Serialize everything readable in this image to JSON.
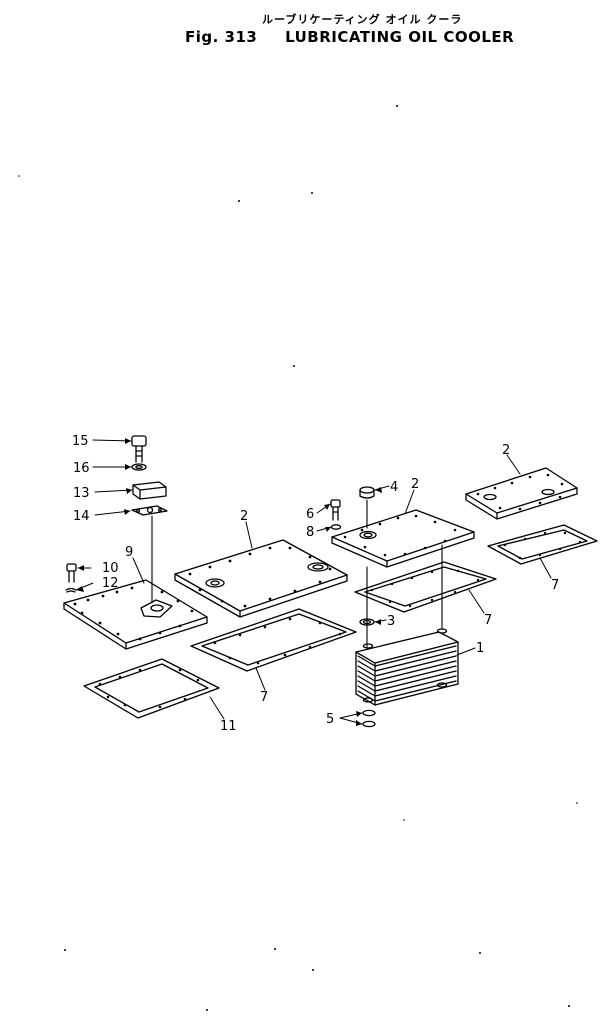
{
  "header": {
    "title_jp": "ルーブリケーティング オイル クーラ",
    "figure_number": "Fig. 313",
    "title_en": "LUBRICATING OIL COOLER"
  },
  "callouts": [
    {
      "id": "c15",
      "label": "15"
    },
    {
      "id": "c16",
      "label": "16"
    },
    {
      "id": "c13",
      "label": "13"
    },
    {
      "id": "c14",
      "label": "14"
    },
    {
      "id": "c9",
      "label": "9"
    },
    {
      "id": "c10",
      "label": "10"
    },
    {
      "id": "c12",
      "label": "12"
    },
    {
      "id": "c11",
      "label": "11"
    },
    {
      "id": "c2a",
      "label": "2"
    },
    {
      "id": "c7a",
      "label": "7"
    },
    {
      "id": "c6",
      "label": "6"
    },
    {
      "id": "c8",
      "label": "8"
    },
    {
      "id": "c4",
      "label": "4"
    },
    {
      "id": "c2b",
      "label": "2"
    },
    {
      "id": "c2c",
      "label": "2"
    },
    {
      "id": "c7b",
      "label": "7"
    },
    {
      "id": "c7c",
      "label": "7"
    },
    {
      "id": "c3",
      "label": "3"
    },
    {
      "id": "c1",
      "label": "1"
    },
    {
      "id": "c5",
      "label": "5"
    }
  ]
}
